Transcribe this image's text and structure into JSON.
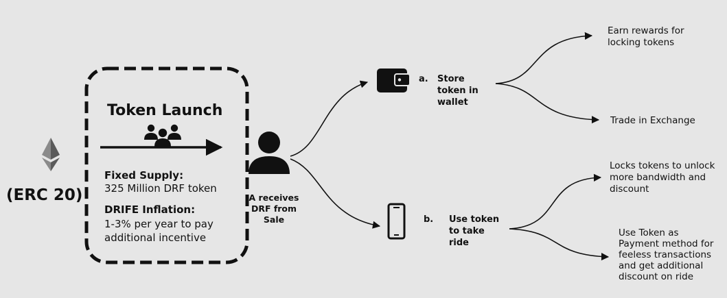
{
  "erc": {
    "label": "(ERC 20)"
  },
  "launch": {
    "title": "Token Launch",
    "supply_label": "Fixed Supply:",
    "supply_value": "325 Million DRF token",
    "inflation_label": "DRIFE Inflation:",
    "inflation_value": "1-3% per year to pay\nadditional incentive"
  },
  "user": {
    "caption": "A receives\nDRF from\nSale"
  },
  "branch_a": {
    "letter": "a.",
    "label": "Store\ntoken in\nwallet",
    "outcomes": [
      "Earn rewards for\nlocking tokens",
      "Trade in Exchange"
    ]
  },
  "branch_b": {
    "letter": "b.",
    "label": "Use token\nto take\nride",
    "outcomes": [
      "Locks tokens to unlock\nmore bandwidth and\ndiscount",
      "Use Token as\nPayment method for\nfeeless transactions\nand get additional\ndiscount on ride"
    ]
  },
  "icons": {
    "eth": "ethereum-icon",
    "group": "people-group-icon",
    "user": "user-icon",
    "wallet": "wallet-icon",
    "phone": "smartphone-icon"
  },
  "colors": {
    "background": "#e6e6e6",
    "ink": "#111111"
  }
}
